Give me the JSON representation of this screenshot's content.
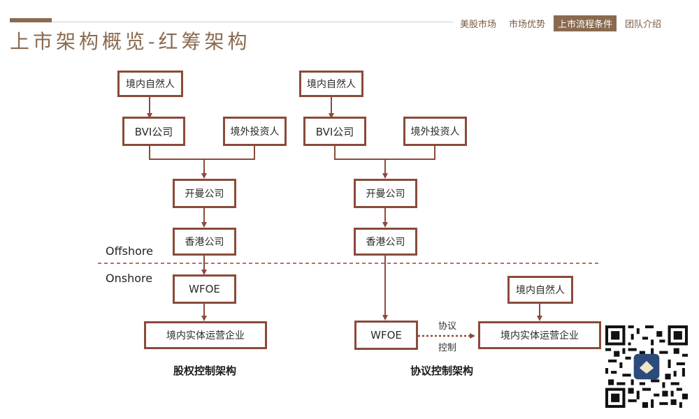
{
  "header": {
    "title": "上市架构概览-红筹架构",
    "nav": [
      {
        "label": "美股市场",
        "active": false
      },
      {
        "label": "市场优势",
        "active": false
      },
      {
        "label": "上市流程条件",
        "active": true
      },
      {
        "label": "团队介绍",
        "active": false
      }
    ]
  },
  "diagram": {
    "offshore_label": "Offshore",
    "onshore_label": "Onshore",
    "equity": {
      "caption": "股权控制架构",
      "person": "境内自然人",
      "bvi": "BVI公司",
      "foreign_investor": "境外投资人",
      "cayman": "开曼公司",
      "hk": "香港公司",
      "wfoe": "WFOE",
      "operating": "境内实体运营企业"
    },
    "vie": {
      "caption": "协议控制架构",
      "person": "境内自然人",
      "bvi": "BVI公司",
      "foreign_investor": "境外投资人",
      "cayman": "开曼公司",
      "hk": "香港公司",
      "wfoe": "WFOE",
      "person_onshore": "境内自然人",
      "operating": "境内实体运营企业",
      "agreement_line1": "协议",
      "agreement_line2": "控制"
    }
  },
  "colors": {
    "accent": "#8a6a4e",
    "box_border": "#8b4a3a",
    "dashed_line": "#b03a2e"
  },
  "qr": {
    "icon": "qr-code-icon"
  }
}
